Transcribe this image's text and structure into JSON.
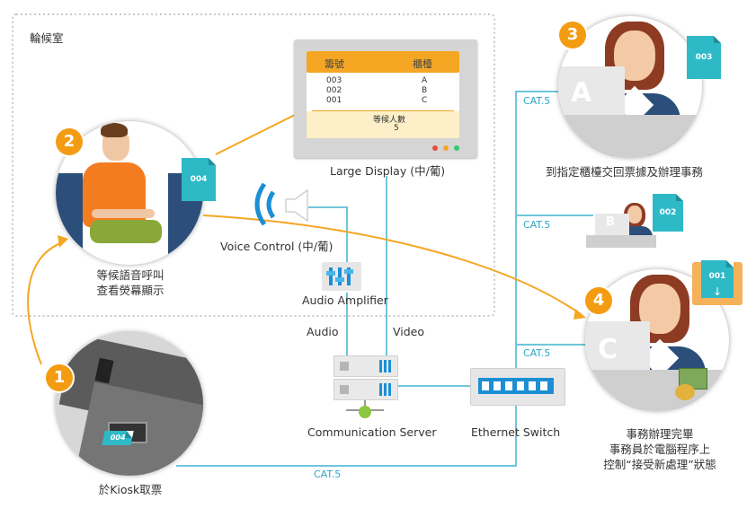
{
  "waiting_room": {
    "label": "輪候室"
  },
  "display": {
    "header_number": "籌號",
    "header_counter": "櫃檯",
    "rows": [
      {
        "number": "003",
        "counter": "A"
      },
      {
        "number": "002",
        "counter": "B"
      },
      {
        "number": "001",
        "counter": "C"
      }
    ],
    "waiting_label": "等候人數",
    "waiting_count": "5",
    "label": "Large Display (中/葡)"
  },
  "voice_control": {
    "label": "Voice Control (中/葡)"
  },
  "audio_amplifier": {
    "label": "Audio Amplifier"
  },
  "communication_server": {
    "label": "Communication Server"
  },
  "ethernet_switch": {
    "label": "Ethernet Switch"
  },
  "links": {
    "audio": "Audio",
    "video": "Video",
    "cat": "CAT.5"
  },
  "steps": [
    {
      "number": "1",
      "caption": "於Kiosk取票",
      "ticket": "004"
    },
    {
      "number": "2",
      "caption_line1": "等候語音呼叫",
      "caption_line2": "查看熒幕顯示",
      "ticket": "004"
    },
    {
      "number": "3",
      "caption": "到指定櫃檯交回票據及辦理事務",
      "ticket": "003",
      "counter": "A"
    },
    {
      "number": "4",
      "caption_line1": "事務辦理完畢",
      "caption_line2": "事務員於電腦程序上",
      "caption_line3": "控制“接受新處理”狀態",
      "ticket": "001",
      "counter": "C"
    }
  ],
  "counter_b": {
    "counter": "B",
    "ticket": "002"
  },
  "colors": {
    "accent": "#f39c12",
    "cable": "#6ec6dc",
    "teal": "#2eb9c7",
    "orange_shirt": "#f47c20"
  }
}
